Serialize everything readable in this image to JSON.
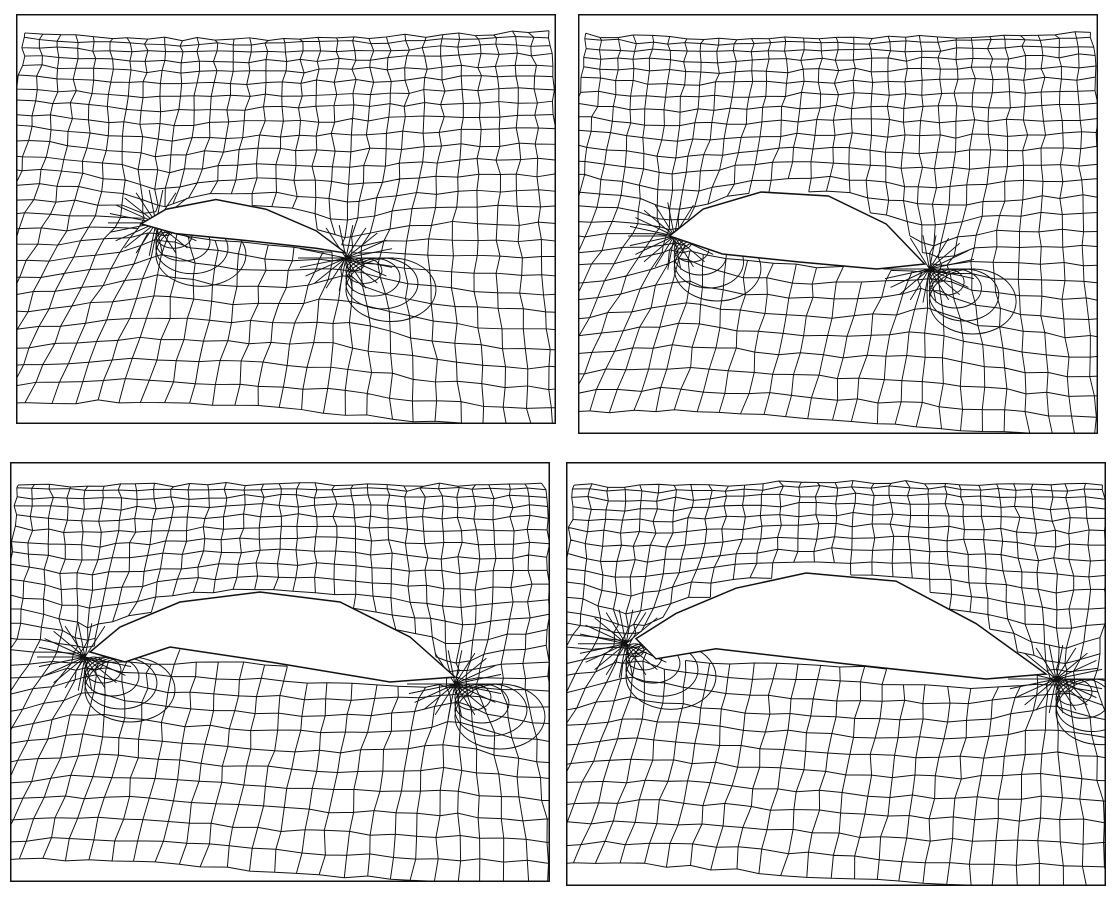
{
  "panels": [
    {
      "id": "mesh-panel-1",
      "position": "top-left",
      "airfoil": "thin"
    },
    {
      "id": "mesh-panel-2",
      "position": "top-right",
      "airfoil": "medium"
    },
    {
      "id": "mesh-panel-3",
      "position": "bottom-left",
      "airfoil": "thick"
    },
    {
      "id": "mesh-panel-4",
      "position": "bottom-right",
      "airfoil": "thickest"
    }
  ],
  "colors": {
    "mesh": "#111111",
    "background": "#ffffff"
  }
}
